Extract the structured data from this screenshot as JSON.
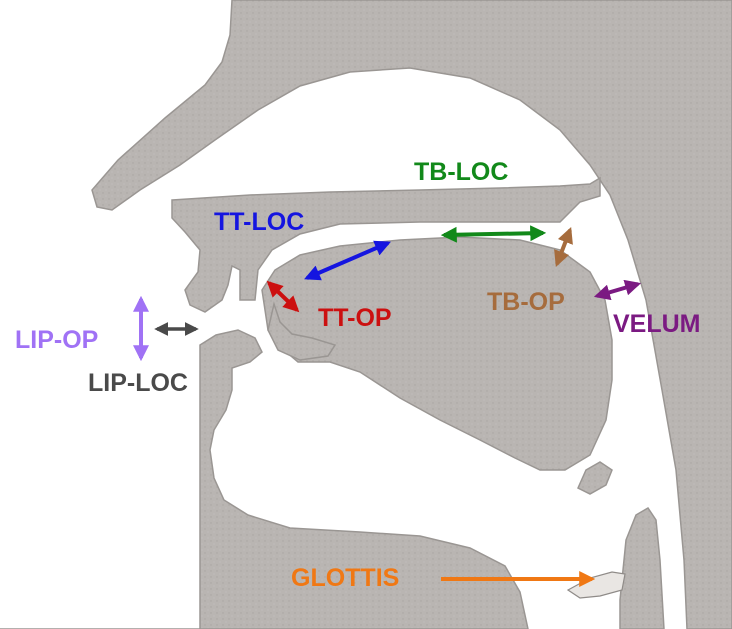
{
  "labels": {
    "tt_loc": "TT-LOC",
    "tb_loc": "TB-LOC",
    "tt_op": "TT-OP",
    "tb_op": "TB-OP",
    "velum": "VELUM",
    "lip_op": "LIP-OP",
    "lip_loc": "LIP-LOC",
    "glottis": "GLOTTIS"
  },
  "colors": {
    "tissue": "#b7b3b0",
    "tissue_edge": "#8f8b88",
    "tract": "#ffffff",
    "tt_loc": "#1515e0",
    "tb_loc": "#12891a",
    "tt_op": "#cc1010",
    "tb_op": "#a66c3d",
    "velum": "#7b1a82",
    "lip_op": "#a072f5",
    "lip_loc": "#4a4a4a",
    "glottis": "#f07814"
  }
}
